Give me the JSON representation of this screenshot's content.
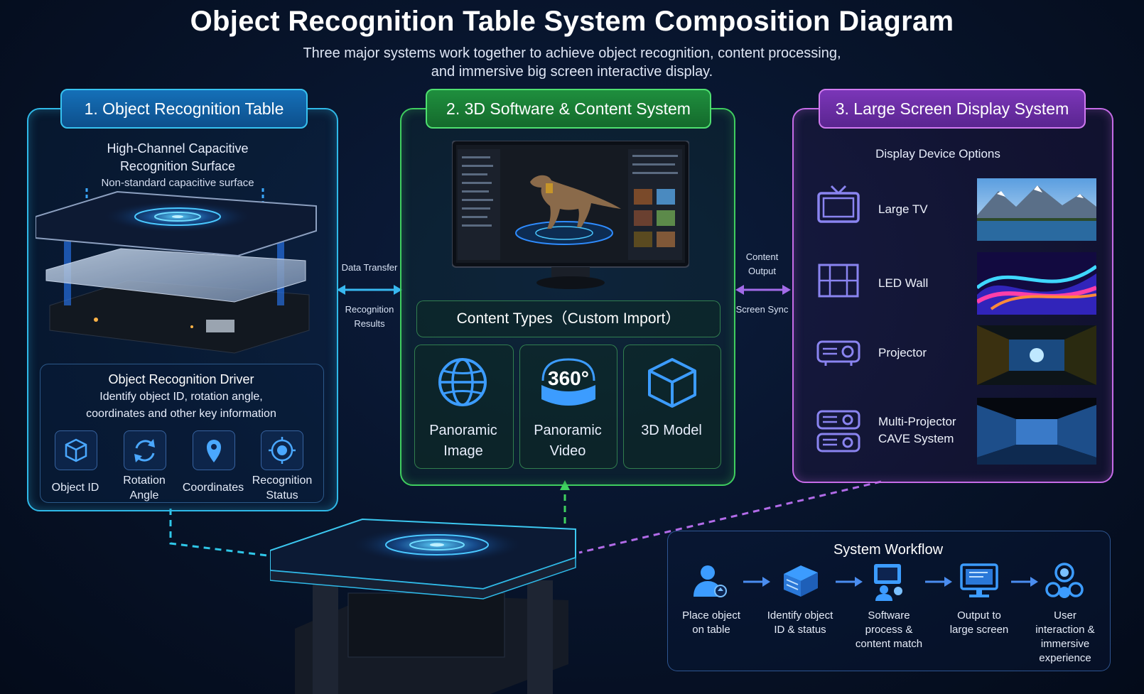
{
  "header": {
    "title": "Object Recognition Table System Composition Diagram",
    "subtitle_line1": "Three major systems work together to achieve object recognition, content processing,",
    "subtitle_line2": "and immersive big screen interactive display."
  },
  "panel1": {
    "title": "1. Object Recognition Table",
    "surface_line1": "High-Channel Capacitive",
    "surface_line2": "Recognition Surface",
    "surface_sub": "Non-standard capacitive surface",
    "driver_title": "Object Recognition Driver",
    "driver_line1": "Identify object ID, rotation angle,",
    "driver_line2": "coordinates and other key information",
    "items": [
      {
        "line1": "Object ID",
        "line2": "",
        "icon": "cube-icon"
      },
      {
        "line1": "Rotation",
        "line2": "Angle",
        "icon": "rotate-icon"
      },
      {
        "line1": "Coordinates",
        "line2": "",
        "icon": "location-pin-icon"
      },
      {
        "line1": "Recognition",
        "line2": "Status",
        "icon": "target-icon"
      }
    ]
  },
  "connector_left": {
    "top": "Data Transfer",
    "bottom_line1": "Recognition",
    "bottom_line2": "Results"
  },
  "panel2": {
    "title": "2. 3D Software & Content System",
    "content_types": "Content Types（Custom Import）",
    "types": [
      {
        "line1": "Panoramic",
        "line2": "Image",
        "icon": "globe-icon"
      },
      {
        "line1": "Panoramic",
        "line2": "Video",
        "icon": "360-video-icon",
        "badge": "360°"
      },
      {
        "line1": "3D Model",
        "line2": "",
        "icon": "3d-cube-icon"
      }
    ]
  },
  "connector_right": {
    "top_line1": "Content",
    "top_line2": "Output",
    "bottom": "Screen Sync"
  },
  "panel3": {
    "title": "3. Large Screen Display System",
    "options_title": "Display Device Options",
    "devices": [
      {
        "line1": "Large TV",
        "line2": "",
        "icon": "tv-icon"
      },
      {
        "line1": "LED Wall",
        "line2": "",
        "icon": "led-wall-icon"
      },
      {
        "line1": "Projector",
        "line2": "",
        "icon": "projector-icon"
      },
      {
        "line1": "Multi-Projector",
        "line2": "CAVE System",
        "icon": "multi-projector-icon"
      }
    ]
  },
  "workflow": {
    "title": "System Workflow",
    "steps": [
      {
        "line1": "Place object",
        "line2": "on table",
        "line3": "",
        "line4": "",
        "icon": "user-place-icon"
      },
      {
        "line1": "Identify object",
        "line2": "ID & status",
        "line3": "",
        "line4": "",
        "icon": "server-icon"
      },
      {
        "line1": "Software",
        "line2": "process &",
        "line3": "content match",
        "line4": "",
        "icon": "software-user-icon"
      },
      {
        "line1": "Output to",
        "line2": "large screen",
        "line3": "",
        "line4": "",
        "icon": "monitor-icon"
      },
      {
        "line1": "User",
        "line2": "interaction &",
        "line3": "immersive",
        "line4": "experience",
        "icon": "users-icon"
      }
    ]
  },
  "colors": {
    "cyan": "#2fb9e8",
    "green": "#3fce5f",
    "purple": "#c66be8",
    "blue": "#4a8df0"
  }
}
